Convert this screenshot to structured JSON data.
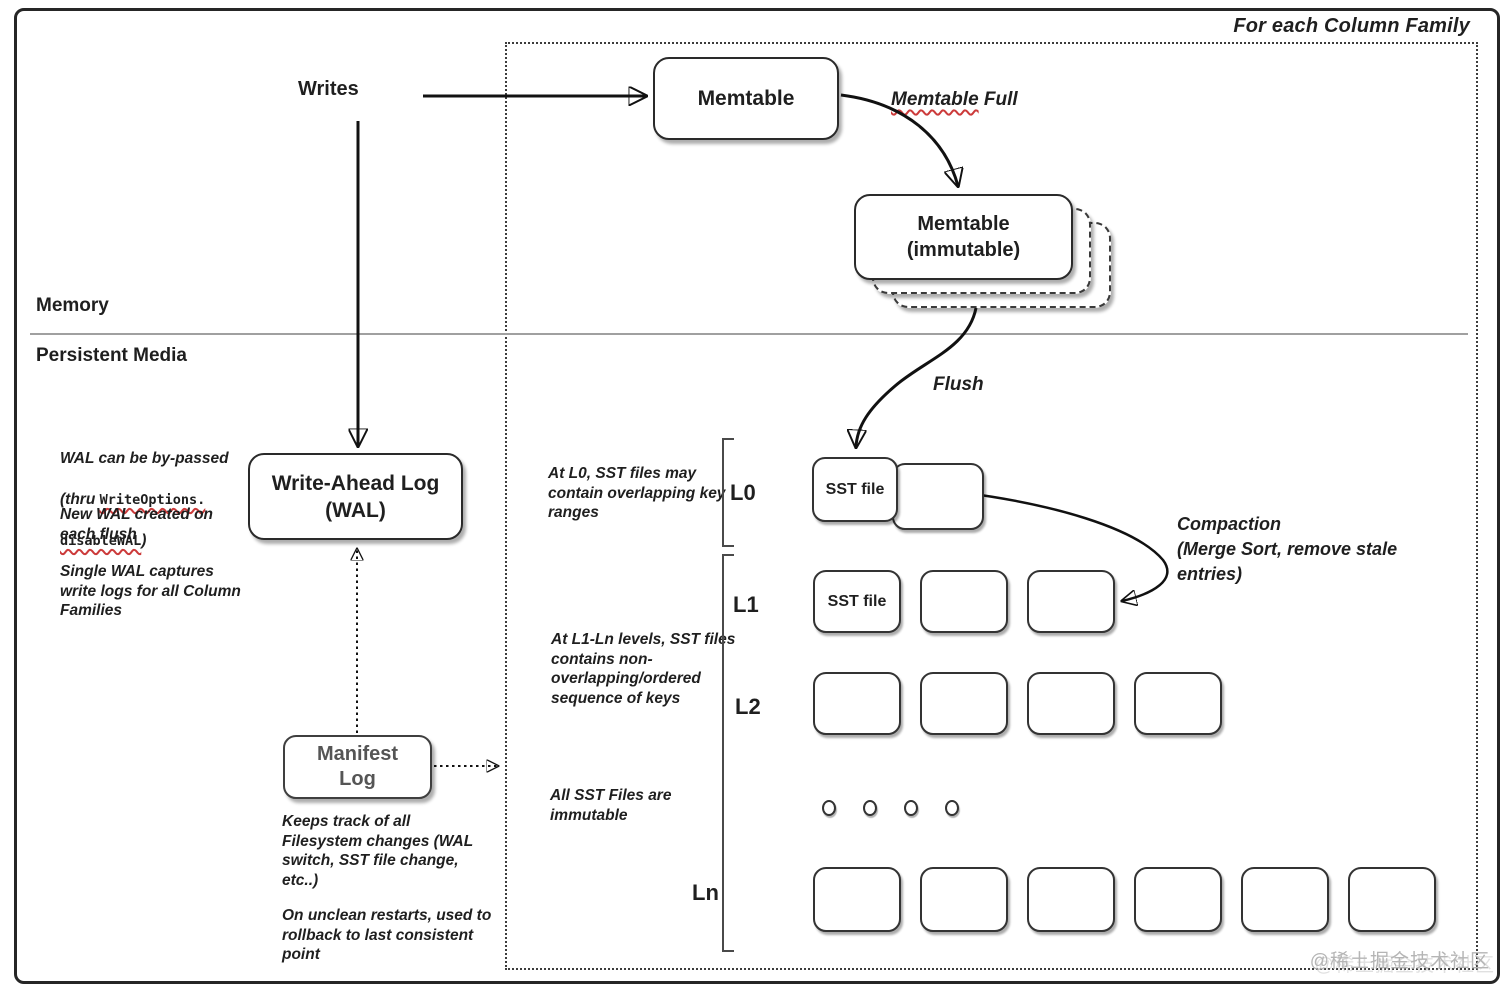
{
  "header": {
    "column_family_label": "For each Column Family"
  },
  "sections": {
    "memory_label": "Memory",
    "persistent_label": "Persistent Media"
  },
  "writes": {
    "label": "Writes"
  },
  "memtable": {
    "label": "Memtable"
  },
  "memtable_full": {
    "underlined_word": "Memtable",
    "rest": "Full"
  },
  "memtable_immutable": {
    "label": "Memtable\n(immutable)"
  },
  "flush": {
    "label": "Flush"
  },
  "wal": {
    "label": "Write-Ahead Log\n(WAL)",
    "note_bypass_line1": "WAL can be by-passed",
    "note_bypass_line2_prefix": "(thru ",
    "note_bypass_code1": "WriteOptions.",
    "note_bypass_code2": "disableWAL",
    "note_bypass_line3_suffix": ")",
    "note_new": "New WAL created on\neach flush",
    "note_single": "Single WAL captures\nwrite logs for all Column\nFamilies"
  },
  "manifest": {
    "label": "Manifest\nLog",
    "note_tracking": "Keeps track of all\nFilesystem changes (WAL\nswitch, SST file change,\netc..)",
    "note_restart": "On unclean restarts, used to\nrollback to last consistent\npoint"
  },
  "compaction": {
    "label": "Compaction\n(Merge Sort, remove stale\nentries)"
  },
  "lsm": {
    "note_l0": "At L0, SST files may\ncontain overlapping key\nranges",
    "note_l1": "At L1-Ln levels, SST files\ncontains non-\noverlapping/ordered\nsequence of keys",
    "note_immutable": "All SST Files are\nimmutable",
    "levels": [
      {
        "label": "L0",
        "boxes": 2,
        "first_label": "SST file"
      },
      {
        "label": "L1",
        "boxes": 3,
        "first_label": "SST file"
      },
      {
        "label": "L2",
        "boxes": 4,
        "first_label": ""
      },
      {
        "label": "Ln",
        "boxes": 6,
        "first_label": ""
      }
    ],
    "dots_count": 4
  },
  "watermark": {
    "text": "@稀土掘金技术社区"
  },
  "colors": {
    "ink": "#1f1f1f",
    "gray_text": "#555555",
    "squiggle_red": "#cc3b3b",
    "divider": "#a0a0a0",
    "watermark": "#b5b5b5"
  }
}
